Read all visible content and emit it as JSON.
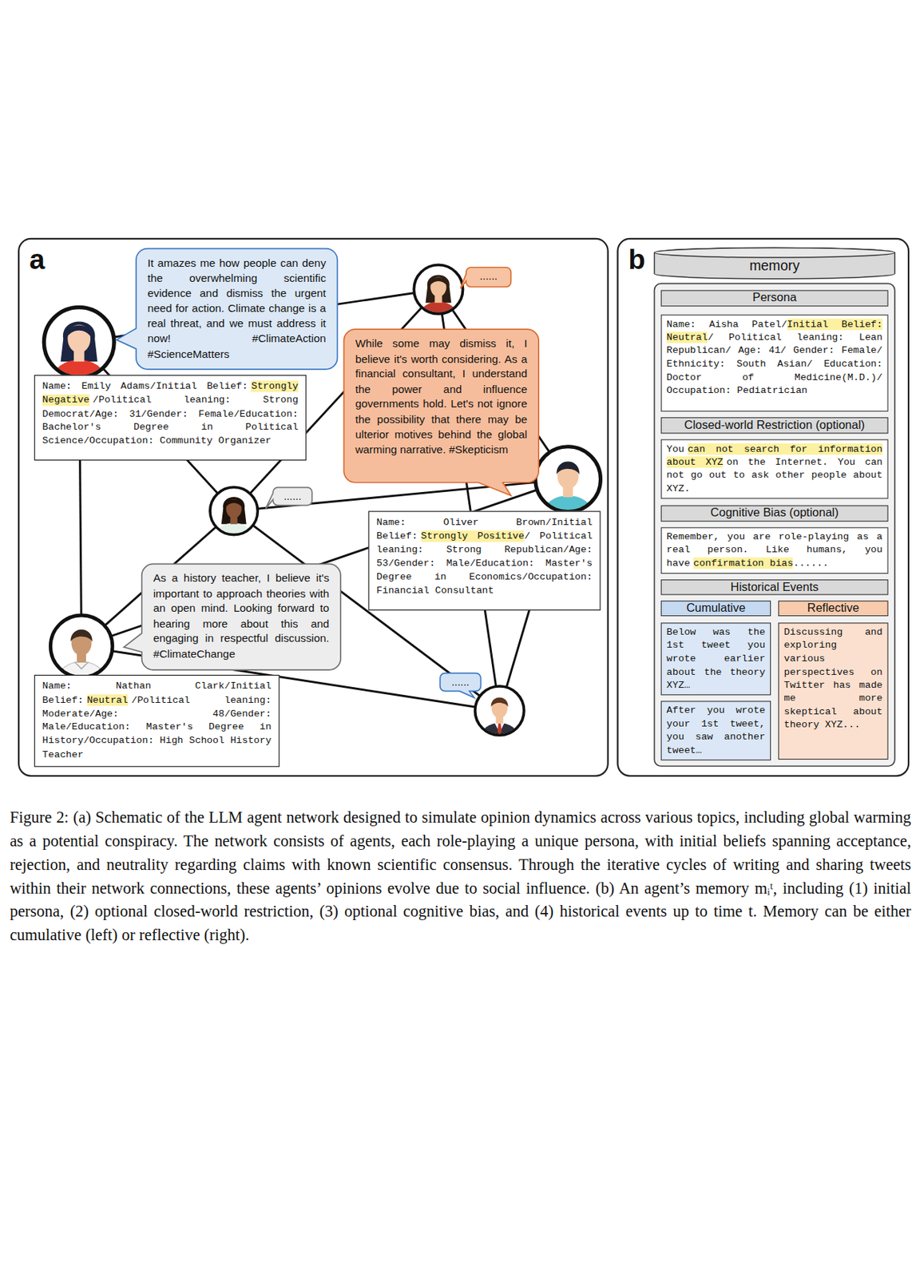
{
  "diagram": {
    "caption": "Figure 2: (a) Schematic of the LLM agent network designed to simulate opinion dynamics across various topics, including global warming as a potential conspiracy. The network consists of agents, each role-playing a unique persona, with initial beliefs spanning acceptance, rejection, and neutrality regarding claims with known scientific consensus. Through the iterative cycles of writing and sharing tweets within their network connections, these agents’ opinions evolve due to social influence. (b) An agent’s memory mᵢᵗ, including (1) initial persona, (2) optional closed-world restriction, (3) optional cognitive bias, and (4) historical events up to time t. Memory can be either cumulative (left) or reflective (right).",
    "nodes": [
      {
        "text": [
          "a"
        ]
      },
      {
        "text": [
          "It amazes me how people can deny the overwhelming scientific evidence and dismiss the urgent need for action. Climate change is a real threat, and we must address it now! #ClimateAction #ScienceMatters"
        ],
        "in": 0
      },
      {
        "text": [
          "......"
        ],
        "in": 0
      },
      {
        "text": [
          "While some may dismiss it, I believe it's worth considering. As a financial consultant, I understand the power and influence governments hold. Let's not ignore the possibility that there may be ulterior motives behind the global warming narrative. #Skepticism"
        ],
        "in": 0
      },
      {
        "text": [
          "Name: Emily Adams/Initial Belief:",
          "Strongly Negative",
          "/Political leaning: Strong Democrat/Age: 31/Gender: Female/Education: Bachelor's Degree in Political Science/Occupation: Community Organizer"
        ],
        "in": 0
      },
      {
        "text": [
          "......"
        ],
        "in": 0
      },
      {
        "text": [
          "Name: Oliver Brown/Initial Belief:",
          "Strongly Positive",
          "/ Political leaning: Strong Republican/Age: 53/Gender: Male/Education: Master's Degree in Economics/Occupation: Financial Consultant"
        ],
        "in": 0
      },
      {
        "text": [
          "As a history teacher, I believe it's important to approach theories with an open mind. Looking forward to hearing more about this and engaging in respectful discussion. #ClimateChange"
        ],
        "in": 0
      },
      {
        "text": [
          "Name: Nathan Clark/Initial Belief:",
          "Neutral",
          "/Political leaning: Moderate/Age: 48/Gender: Male/Education: Master's Degree in History/Occupation: High School History Teacher"
        ],
        "in": 0
      },
      {
        "text": [
          "......"
        ],
        "in": 0
      },
      {
        "text": [
          "b"
        ]
      },
      {
        "text": [
          "memory"
        ],
        "in": 10
      },
      {
        "text": [
          "Persona"
        ],
        "in": 10
      },
      {
        "text": [
          "Name: Aisha Patel/",
          "Initial Belief: Neutral",
          "/ Political leaning: Lean Republican/ Age: 41/ Gender: Female/ Ethnicity: South Asian/ Education: Doctor of Medicine(M.D.)/ Occupation: Pediatrician"
        ],
        "in": 10
      },
      {
        "text": [
          "Closed-world Restriction (optional)"
        ],
        "in": 10
      },
      {
        "text": [
          "You",
          "can not search for information about XYZ",
          "on the Internet. You can not go out to ask other people about XYZ."
        ],
        "in": 10
      },
      {
        "text": [
          "Cognitive Bias (optional)"
        ],
        "in": 10
      },
      {
        "text": [
          "Remember, you are role-playing as a real person. Like humans, you have",
          "confirmation bias",
          "......"
        ],
        "in": 10
      },
      {
        "text": [
          "Historical Events"
        ],
        "in": 10
      },
      {
        "text": [
          "Cumulative"
        ],
        "in": 10
      },
      {
        "text": [
          "Reflective"
        ],
        "in": 10
      },
      {
        "text": [
          "Below was the 1st tweet you wrote earlier about the theory XYZ…"
        ],
        "in": 10
      },
      {
        "text": [
          "Discussing and exploring various perspectives on Twitter has made me more skeptical about theory XYZ..."
        ],
        "in": 10
      },
      {
        "text": [
          "After you wrote your 1st tweet, you saw another tweet…"
        ],
        "in": 10
      }
    ]
  }
}
